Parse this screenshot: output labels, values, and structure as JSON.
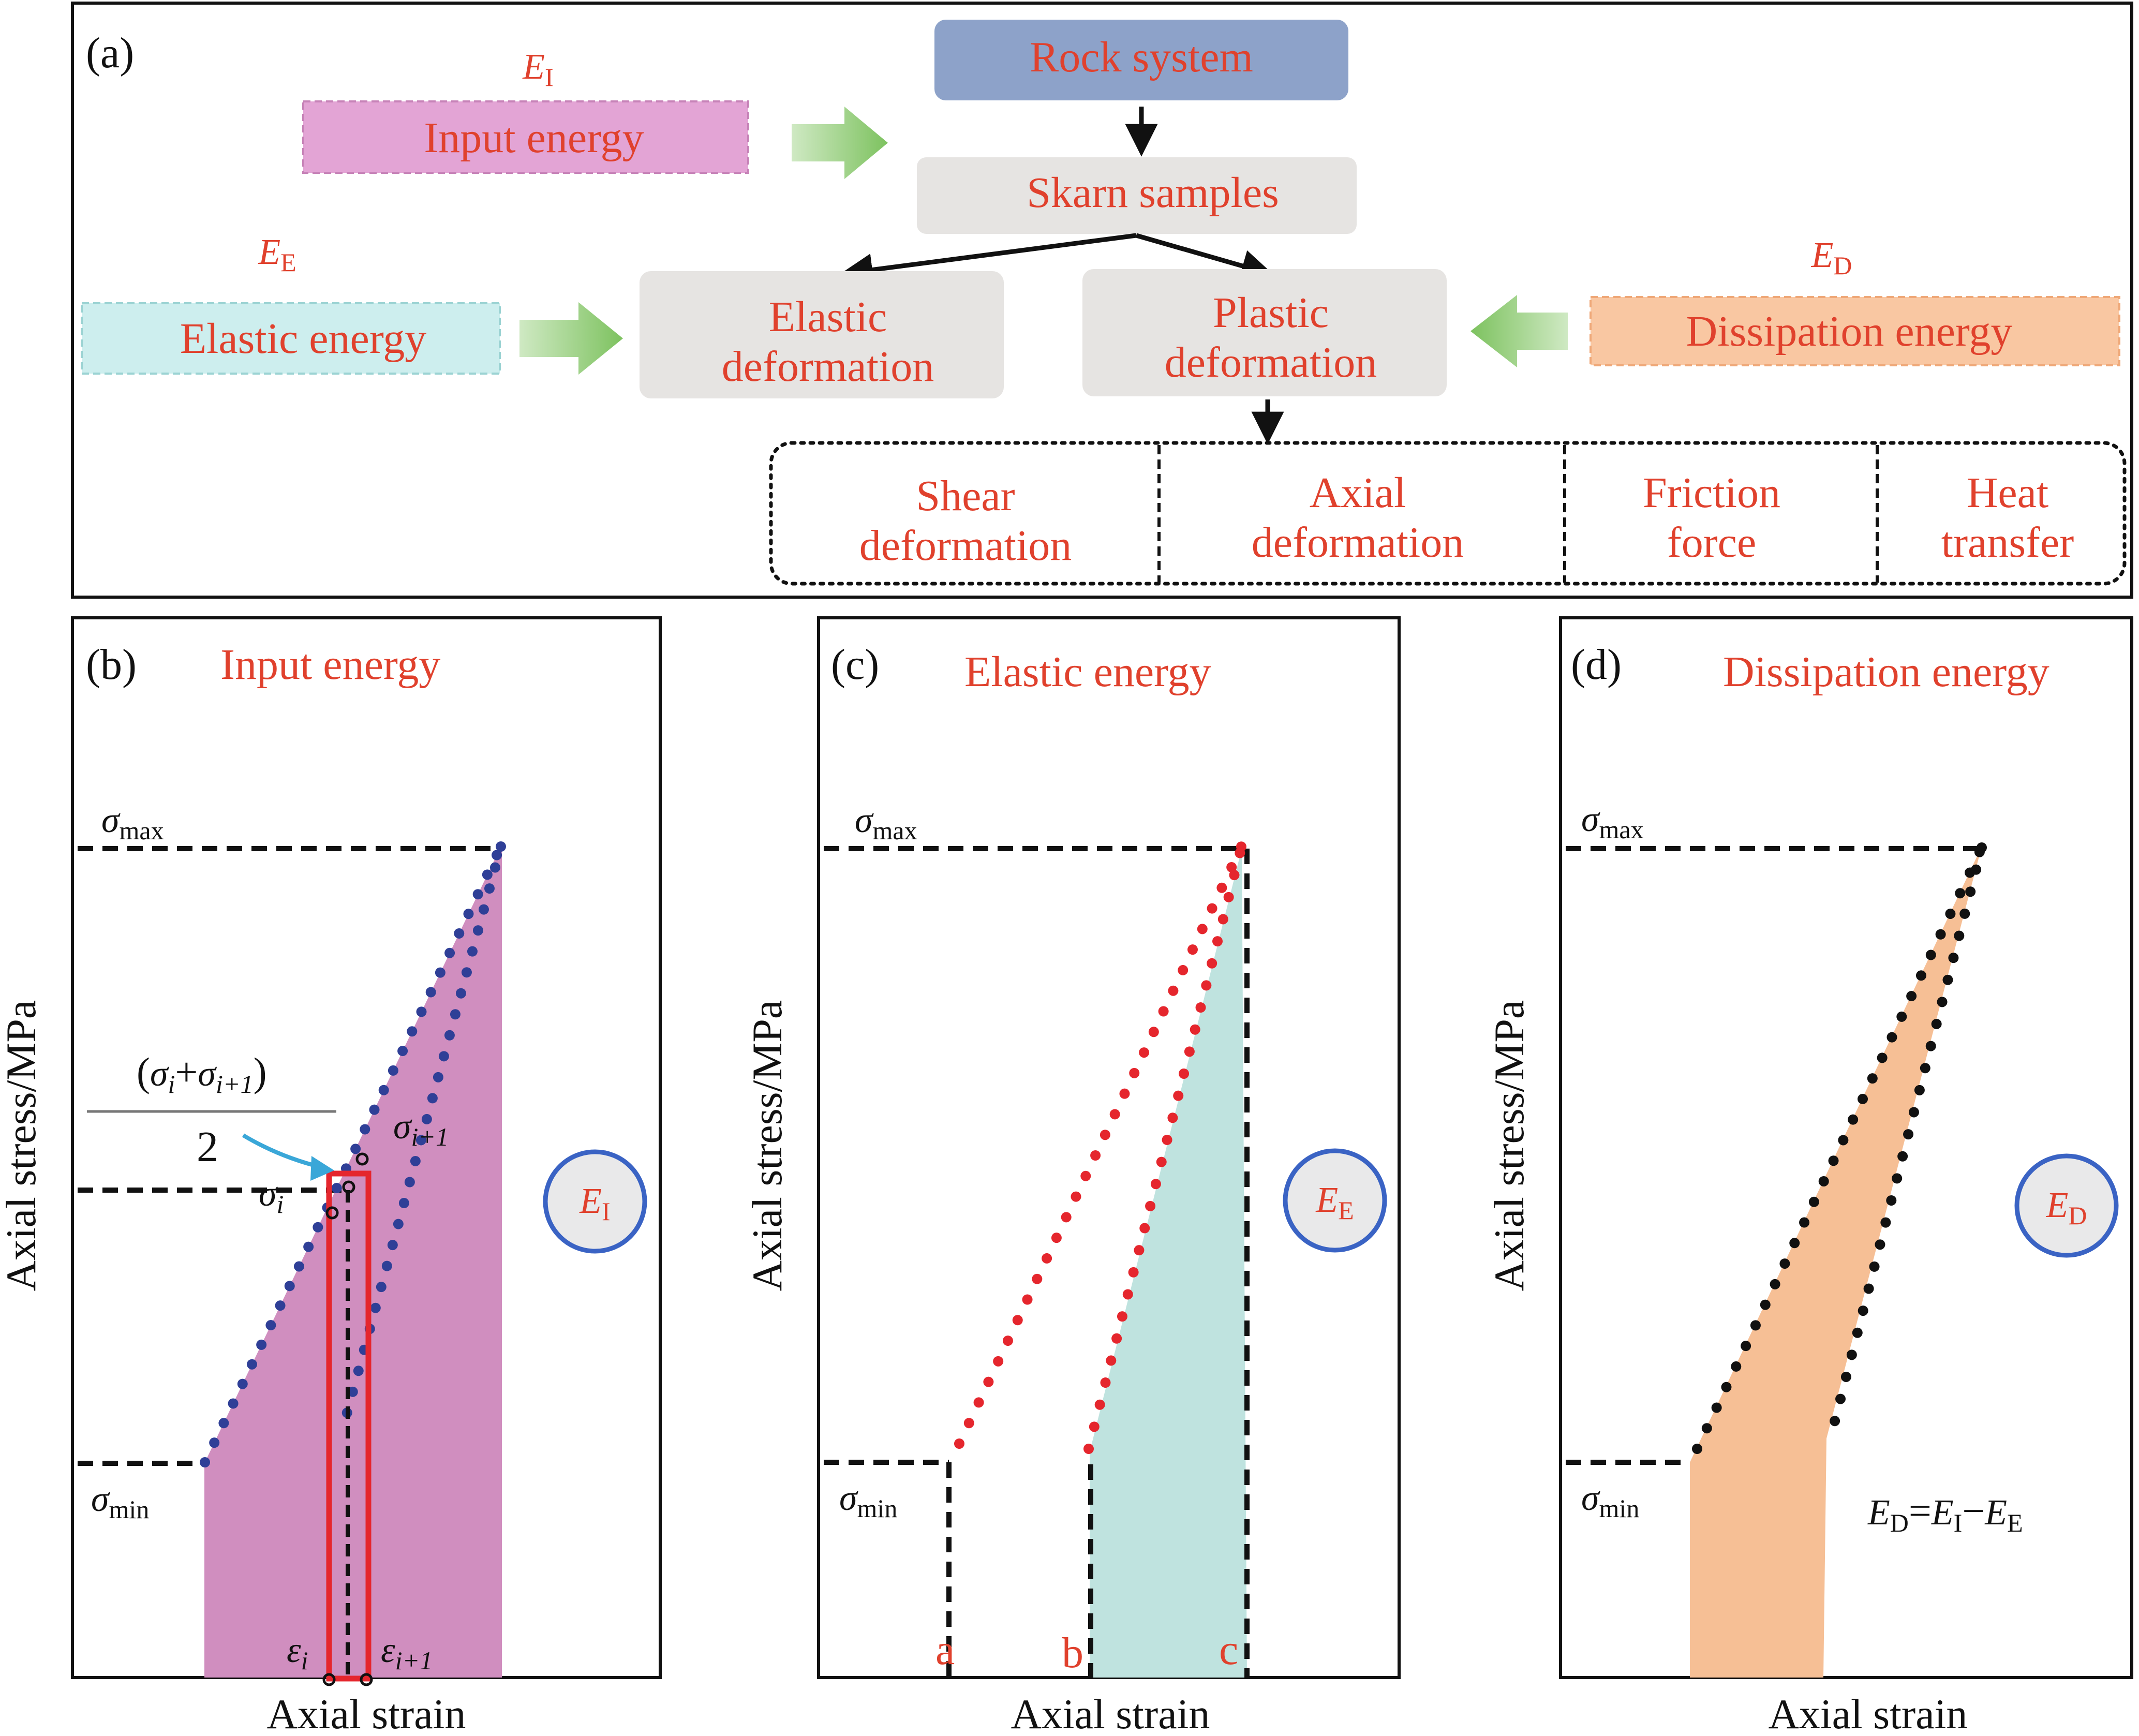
{
  "panel_a": {
    "label": "(a)",
    "nodes": {
      "rock_system": "Rock system",
      "skarn_samples": "Skarn samples",
      "elastic_deformation": [
        "Elastic",
        "deformation"
      ],
      "plastic_deformation": [
        "Plastic",
        "deformation"
      ],
      "input_energy": "Input energy",
      "elastic_energy": "Elastic energy",
      "dissipation_energy": "Dissipation energy"
    },
    "symbols": {
      "input": {
        "main": "E",
        "sub": "I"
      },
      "elastic": {
        "main": "E",
        "sub": "E"
      },
      "dissipation": {
        "main": "E",
        "sub": "D"
      }
    },
    "mechanisms": [
      [
        "Shear",
        "deformation"
      ],
      [
        "Axial",
        "deformation"
      ],
      [
        "Friction",
        "force"
      ],
      [
        "Heat",
        "transfer"
      ]
    ]
  },
  "panel_b": {
    "label": "(b)",
    "title": "Input energy",
    "y_axis": "Axial stress/MPa",
    "x_axis": "Axial strain",
    "sigma_max": {
      "main": "σ",
      "sub": "max"
    },
    "sigma_min": {
      "main": "σ",
      "sub": "min"
    },
    "sigma_i": {
      "main": "σ",
      "sub": "i"
    },
    "sigma_i1": {
      "main": "σ",
      "sub": "i+1"
    },
    "eps_i": {
      "main": "ε",
      "sub": "i"
    },
    "eps_i1": {
      "main": "ε",
      "sub": "i+1"
    },
    "avg_numerator": {
      "open": "(",
      "s1": "σ",
      "s1sub": "i",
      "plus": "+",
      "s2": "σ",
      "s2sub": "i+1",
      "close": ")"
    },
    "avg_denominator": "2",
    "circle": {
      "main": "E",
      "sub": "I"
    }
  },
  "panel_c": {
    "label": "(c)",
    "title": "Elastic energy",
    "y_axis": "Axial stress/MPa",
    "x_axis": "Axial strain",
    "sigma_max": {
      "main": "σ",
      "sub": "max"
    },
    "sigma_min": {
      "main": "σ",
      "sub": "min"
    },
    "points": [
      "a",
      "b",
      "c"
    ],
    "circle": {
      "main": "E",
      "sub": "E"
    }
  },
  "panel_d": {
    "label": "(d)",
    "title": "Dissipation energy",
    "y_axis": "Axial stress/MPa",
    "x_axis": "Axial strain",
    "sigma_max": {
      "main": "σ",
      "sub": "max"
    },
    "sigma_min": {
      "main": "σ",
      "sub": "min"
    },
    "circle": {
      "main": "E",
      "sub": "D"
    },
    "equation": {
      "lhs": "E",
      "lhs_sub": "D",
      "eq": "=",
      "t1": "E",
      "t1_sub": "I",
      "minus": "−",
      "t2": "E",
      "t2_sub": "E"
    }
  },
  "colors": {
    "label_red": "#e0412d",
    "rock_system_fill": "#8da2c9",
    "grey_box": "#e6e4e2",
    "input_fill": "#e3a4d5",
    "elastic_fill": "#cdeeee",
    "dissipation_fill": "#f9c7a2",
    "arrow_green": "#8cc975",
    "input_area": "#d08ebf",
    "elastic_area": "#bfe3df",
    "dissipation_area": "#f6bf95",
    "dots_blue": "#2f3f97",
    "dots_red": "#e5262d",
    "circle_stroke": "#3a63c4"
  }
}
